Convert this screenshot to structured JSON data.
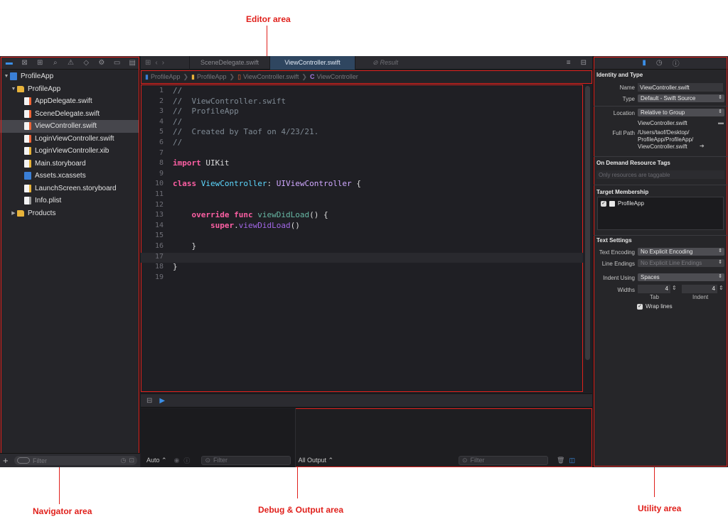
{
  "callouts": {
    "editor": "Editor area",
    "navigator": "Navigator area",
    "debug": "Debug & Output area",
    "utility": "Utility area"
  },
  "navigator": {
    "tree": [
      {
        "label": "ProfileApp",
        "kind": "proj",
        "level": 0,
        "disclosure": "▼"
      },
      {
        "label": "ProfileApp",
        "kind": "folder",
        "level": 1,
        "disclosure": "▼"
      },
      {
        "label": "AppDelegate.swift",
        "kind": "swift",
        "level": 2,
        "disclosure": ""
      },
      {
        "label": "SceneDelegate.swift",
        "kind": "swift",
        "level": 2,
        "disclosure": ""
      },
      {
        "label": "ViewController.swift",
        "kind": "swift",
        "level": 2,
        "disclosure": "",
        "selected": true
      },
      {
        "label": "LoginViewController.swift",
        "kind": "swift",
        "level": 2,
        "disclosure": ""
      },
      {
        "label": "LoginViewController.xib",
        "kind": "xib",
        "level": 2,
        "disclosure": ""
      },
      {
        "label": "Main.storyboard",
        "kind": "story",
        "level": 2,
        "disclosure": ""
      },
      {
        "label": "Assets.xcassets",
        "kind": "assets",
        "level": 2,
        "disclosure": ""
      },
      {
        "label": "LaunchScreen.storyboard",
        "kind": "story",
        "level": 2,
        "disclosure": ""
      },
      {
        "label": "Info.plist",
        "kind": "plist",
        "level": 2,
        "disclosure": ""
      },
      {
        "label": "Products",
        "kind": "folder",
        "level": 1,
        "disclosure": "▶"
      }
    ],
    "filter_placeholder": "Filter"
  },
  "editor": {
    "tabs": [
      {
        "label": "SceneDelegate.swift",
        "state": "normal"
      },
      {
        "label": "ViewController.swift",
        "state": "active"
      },
      {
        "label": "Result",
        "state": "result"
      }
    ],
    "jumpbar": [
      "ProfileApp",
      "ProfileApp",
      "ViewController.swift",
      "ViewController"
    ],
    "current_line": 17,
    "lines": [
      [
        {
          "t": "//",
          "c": "cm"
        }
      ],
      [
        {
          "t": "//  ViewController.swift",
          "c": "cm"
        }
      ],
      [
        {
          "t": "//  ProfileApp",
          "c": "cm"
        }
      ],
      [
        {
          "t": "//",
          "c": "cm"
        }
      ],
      [
        {
          "t": "//  Created by Taof on 4/23/21.",
          "c": "cm"
        }
      ],
      [
        {
          "t": "//",
          "c": "cm"
        }
      ],
      [],
      [
        {
          "t": "import",
          "c": "kw"
        },
        {
          "t": " UIKit",
          "c": ""
        }
      ],
      [],
      [
        {
          "t": "class",
          "c": "kw"
        },
        {
          "t": " ",
          "c": ""
        },
        {
          "t": "ViewController",
          "c": "ty"
        },
        {
          "t": ": ",
          "c": ""
        },
        {
          "t": "UIViewController",
          "c": "tp"
        },
        {
          "t": " {",
          "c": ""
        }
      ],
      [],
      [],
      [
        {
          "t": "    ",
          "c": ""
        },
        {
          "t": "override",
          "c": "kw"
        },
        {
          "t": " ",
          "c": ""
        },
        {
          "t": "func",
          "c": "kw"
        },
        {
          "t": " ",
          "c": ""
        },
        {
          "t": "viewDidLoad",
          "c": "fn"
        },
        {
          "t": "() {",
          "c": ""
        }
      ],
      [
        {
          "t": "        ",
          "c": ""
        },
        {
          "t": "super",
          "c": "kw"
        },
        {
          "t": ".",
          "c": ""
        },
        {
          "t": "viewDidLoad",
          "c": "mt"
        },
        {
          "t": "()",
          "c": ""
        }
      ],
      [],
      [
        {
          "t": "    }",
          "c": ""
        }
      ],
      [],
      [
        {
          "t": "}",
          "c": ""
        }
      ],
      []
    ]
  },
  "debug": {
    "auto_label": "Auto ⌃",
    "filter_placeholder": "Filter",
    "output_label": "All Output ⌃",
    "output_filter_placeholder": "Filter"
  },
  "utility": {
    "identity_title": "Identity and Type",
    "name_label": "Name",
    "name_value": "ViewController.swift",
    "type_label": "Type",
    "type_value": "Default - Swift Source",
    "location_label": "Location",
    "location_value": "Relative to Group",
    "location_file": "ViewController.swift",
    "fullpath_label": "Full Path",
    "fullpath_lines": [
      "/Users/taof/Desktop/",
      "ProfileApp/ProfileApp/",
      "ViewController.swift"
    ],
    "odr_title": "On Demand Resource Tags",
    "odr_placeholder": "Only resources are taggable",
    "target_title": "Target Membership",
    "target_item": "ProfileApp",
    "text_title": "Text Settings",
    "encoding_label": "Text Encoding",
    "encoding_value": "No Explicit Encoding",
    "endings_label": "Line Endings",
    "endings_value": "No Explicit Line Endings",
    "indent_label": "Indent Using",
    "indent_value": "Spaces",
    "widths_label": "Widths",
    "tab_width": "4",
    "indent_width": "4",
    "tab_caption": "Tab",
    "indent_caption": "Indent",
    "wrap_label": "Wrap lines"
  },
  "colors": {
    "callout": "#e0201b",
    "accent": "#3b8fe8",
    "keyword": "#fc5fa3",
    "type": "#5dd8ff",
    "comment": "#7f8a94"
  }
}
